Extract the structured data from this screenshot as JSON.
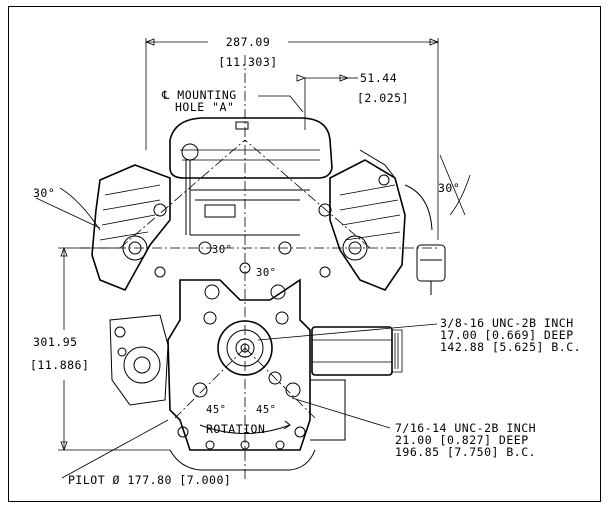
{
  "dimensions": {
    "width_mm": "287.09",
    "width_in": "[11.303]",
    "offset_mm": "51.44",
    "offset_in": "[2.025]",
    "height_mm": "301.95",
    "height_in": "[11.886]"
  },
  "labels": {
    "mounting_hole_line1": "℄ MOUNTING",
    "mounting_hole_line2": "HOLE \"A\"",
    "angle_left": "30°",
    "angle_right": "30°",
    "angle_center_left": "30°",
    "angle_center_right": "30°",
    "angle_bottom_left": "45°",
    "angle_bottom_right": "45°",
    "rotation": "ROTATION",
    "pilot": "PILOT  Ø  177.80 [7.000]"
  },
  "callouts": {
    "thread_upper": {
      "line1": "3/8-16 UNC-2B INCH",
      "line2": "17.00 [0.669] DEEP",
      "line3": "142.88 [5.625] B.C."
    },
    "thread_lower": {
      "line1": "7/16-14 UNC-2B INCH",
      "line2": "21.00 [0.827] DEEP",
      "line3": "196.85 [7.750] B.C."
    }
  }
}
